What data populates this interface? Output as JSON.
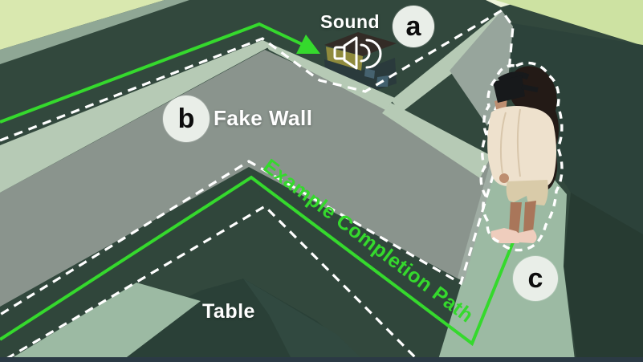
{
  "figure": {
    "annotations": {
      "sound_label": "Sound",
      "fake_wall_label": "Fake Wall",
      "table_label": "Table",
      "completion_path_label": "Example Completion Path",
      "marker_a": "a",
      "marker_b": "b",
      "marker_c": "c"
    },
    "icons": {
      "speaker": "speaker-icon"
    },
    "colors": {
      "path_green": "#35D92D",
      "outline_white": "#FFFFFF",
      "marker_background": "#E9EEE8",
      "marker_text": "#0D0D0D",
      "wall_gray": "#8A948D",
      "wall_top_sage": "#B6CAB5",
      "floor_sage": "#9CBAA3",
      "background_dark_green": "#32483D",
      "ceiling_pale_green": "#D9E8AF",
      "bottom_bar": "#2B3A45"
    }
  }
}
